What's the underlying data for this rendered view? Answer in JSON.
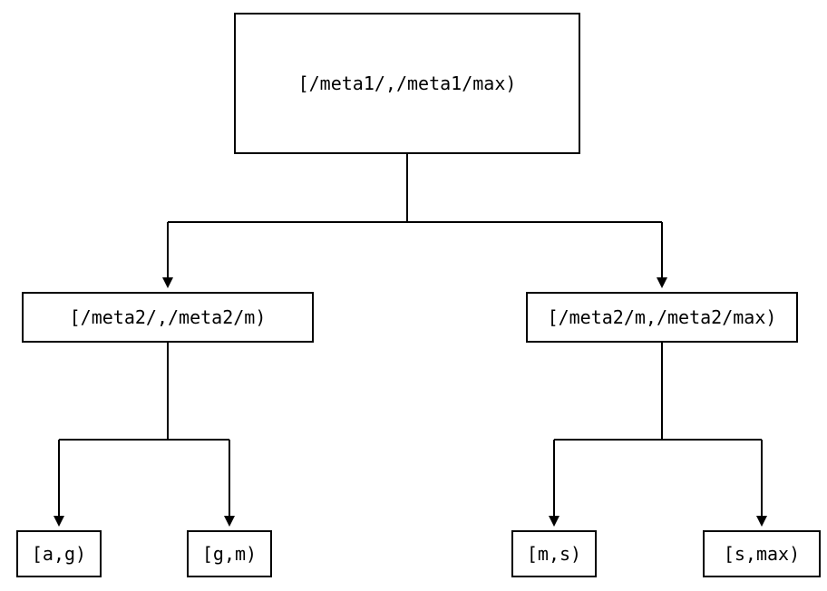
{
  "diagram": {
    "kind": "interval-partition-tree",
    "colors": {
      "background": "#ffffff",
      "border": "#000000",
      "text": "#000000",
      "line": "#000000"
    },
    "nodes": {
      "root": {
        "label": "[/meta1/,/meta1/max)"
      },
      "left_child": {
        "label": "[/meta2/,/meta2/m)"
      },
      "right_child": {
        "label": "[/meta2/m,/meta2/max)"
      },
      "leaf_a_g": {
        "label": "[a,g)"
      },
      "leaf_g_m": {
        "label": "[g,m)"
      },
      "leaf_m_s": {
        "label": "[m,s)"
      },
      "leaf_s_max": {
        "label": "[s,max)"
      }
    },
    "edges": [
      {
        "from": "root",
        "to": "left_child"
      },
      {
        "from": "root",
        "to": "right_child"
      },
      {
        "from": "left_child",
        "to": "leaf_a_g"
      },
      {
        "from": "left_child",
        "to": "leaf_g_m"
      },
      {
        "from": "right_child",
        "to": "leaf_m_s"
      },
      {
        "from": "right_child",
        "to": "leaf_s_max"
      }
    ]
  }
}
